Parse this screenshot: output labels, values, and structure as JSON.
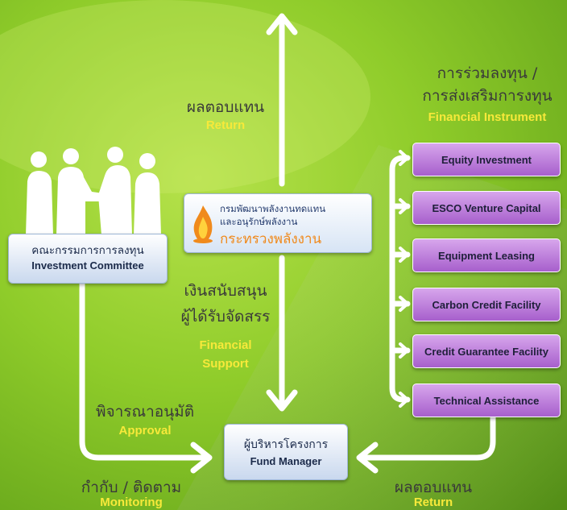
{
  "return_top": {
    "thai": "ผลตอบแทน",
    "en": "Return"
  },
  "financial_instrument": {
    "thai_line1": "การร่วมลงทุน /",
    "thai_line2": "การส่งเสริมการงทุน",
    "en": "Financial Instrument"
  },
  "department": {
    "line1": "กรมพัฒนาพลังงานทดแทน",
    "line2": "และอนุรักษ์พลังงาน",
    "ministry": "กระทรวงพลังงาน"
  },
  "committee": {
    "thai": "คณะกรรมการการลงทุน",
    "en": "Investment Committee"
  },
  "financial_support": {
    "thai_line1": "เงินสนับสนุน",
    "thai_line2": "ผู้ได้รับจัดสรร",
    "en_line1": "Financial",
    "en_line2": "Support"
  },
  "approval": {
    "thai": "พิจารณาอนุมัติ",
    "en": "Approval"
  },
  "monitoring": {
    "thai": "กำกับ / ติดตาม",
    "en": "Monitoring"
  },
  "fund_manager": {
    "thai": "ผู้บริหารโครงการ",
    "en": "Fund Manager"
  },
  "return_bottom": {
    "thai": "ผลตอบแทน",
    "en": "Return"
  },
  "instruments": [
    "Equity Investment",
    "ESCO Venture Capital",
    "Equipment Leasing",
    "Carbon Credit Facility",
    "Credit Guarantee Facility",
    "Technical Assistance"
  ],
  "colors": {
    "background": "#7cc221",
    "instrument_fill": "#b97ad6",
    "highlight_text": "#f7e93a",
    "ministry_orange": "#f08a1c"
  }
}
